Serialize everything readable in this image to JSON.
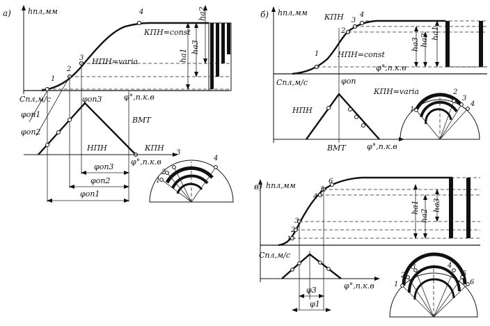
{
  "panel_a": {
    "label": "а)",
    "y_axis": "hпл,мм",
    "x_axis": "φ°,п.к.в",
    "x_axis_2": "φ°,п.к.в",
    "speed_axis": "Cпл,м/с",
    "phi_op1": "φоп1",
    "phi_op2": "φоп2",
    "phi_op3": "φоп3",
    "phi_op3_dim": "φоп3",
    "phi_op2_dim": "φоп2",
    "phi_op1_dim": "φоп1",
    "npn": "НПН=varia",
    "kpn": "КПН=const",
    "npn_short": "НПН",
    "kpn_short": "КПН",
    "vmt": "ВМТ",
    "h_a1": "ha1",
    "h_a2": "ha2",
    "h_a3": "ha3",
    "p1": "1",
    "p2": "2",
    "p3": "3",
    "p4": "4",
    "f1": "1",
    "f2": "2",
    "f3": "3",
    "f4": "4"
  },
  "panel_b": {
    "label": "б)",
    "y_axis": "hпл,мм",
    "kpn_top": "КПН",
    "npn": "НПН=const",
    "x_axis": "φ°,п.к.в",
    "speed_axis": "Cпл,м/с",
    "phi_op": "φоп",
    "npn_short": "НПН",
    "kpn": "КПН=varia",
    "vmt": "ВМТ",
    "x_axis_2": "φ°,п.к.в",
    "h_a1": "ha1",
    "h_a2": "ha2",
    "h_a3": "ha3",
    "p1": "1",
    "p2": "2",
    "p3": "3",
    "p4": "4",
    "f1": "1",
    "f2": "2",
    "f3": "3",
    "f4": "4"
  },
  "panel_c": {
    "label": "в)",
    "y_axis": "hпл,мм",
    "h_a1": "ha1",
    "h_a2": "ha2",
    "h_a3": "ha3",
    "speed_axis": "Cпл,м/с",
    "x_axis": "φ°,п.к.в",
    "phi_3": "φ3",
    "phi_1": "φ1",
    "p1": "1",
    "p2": "2",
    "p3": "3",
    "p4": "4",
    "p5": "5",
    "p6": "6",
    "f1": "1",
    "f2": "2",
    "f3": "3",
    "f4": "4",
    "f5": "5",
    "f6": "6"
  }
}
